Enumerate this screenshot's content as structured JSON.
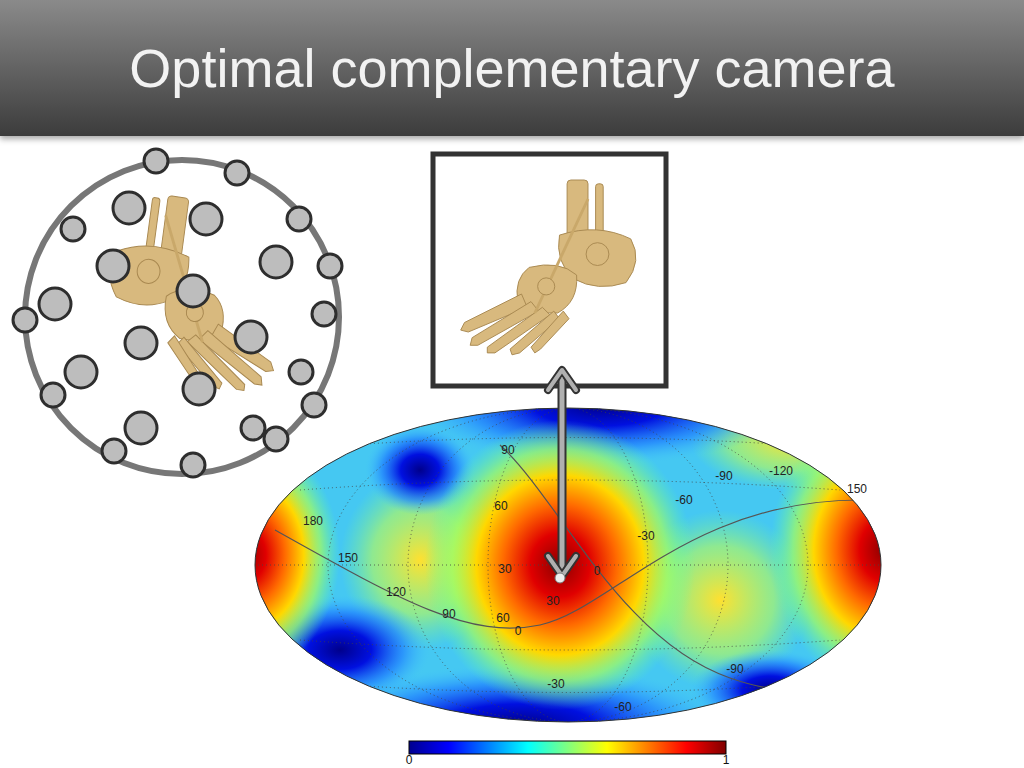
{
  "diagram": {
    "title": "Optimal complementary camera",
    "labels": [
      "90",
      "60",
      "30",
      "0",
      "-30",
      "-60",
      "-90",
      "-120",
      "150",
      "180",
      "150",
      "120",
      "90",
      "60",
      "0",
      "30",
      "-30",
      "-60",
      "-90",
      "0",
      "1"
    ]
  }
}
